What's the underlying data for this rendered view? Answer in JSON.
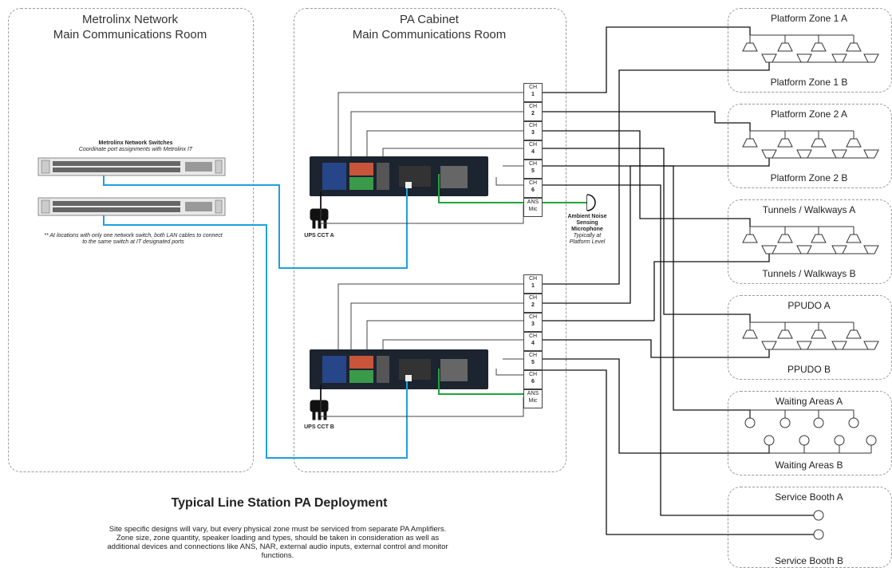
{
  "regions": {
    "network_room": {
      "line1": "Metrolinx Network",
      "line2": "Main Communications Room"
    },
    "pa_cabinet": {
      "line1": "PA Cabinet",
      "line2": "Main Communications Room"
    }
  },
  "switches": {
    "title": "Metrolinx Network Switches",
    "subtitle": "Coordinate port assignments with Metrolinx IT",
    "note": "** At locations with only one network switch, both LAN cables to connect to the same switch at IT designated ports"
  },
  "amps": [
    {
      "power_label": "UPS CCT A"
    },
    {
      "power_label": "UPS CCT B"
    }
  ],
  "channels": {
    "labels": [
      "CH",
      "CH",
      "CH",
      "CH",
      "CH",
      "CH"
    ],
    "numbers": [
      "1",
      "2",
      "3",
      "4",
      "5",
      "6"
    ],
    "ans_label": "ANS",
    "mic_label": "Mic"
  },
  "microphone": {
    "l1": "Ambient Noise",
    "l2": "Sensing",
    "l3": "Microphone",
    "l4": "Typically at",
    "l5": "Platform Level"
  },
  "zones": [
    {
      "a": "Platform Zone 1 A",
      "b": "Platform Zone 1 B"
    },
    {
      "a": "Platform Zone 2 A",
      "b": "Platform Zone 2 B"
    },
    {
      "a": "Tunnels / Walkways A",
      "b": "Tunnels / Walkways B"
    },
    {
      "a": "PPUDO A",
      "b": "PPUDO B"
    },
    {
      "a": "Waiting Areas A",
      "b": "Waiting Areas B"
    },
    {
      "a": "Service Booth A",
      "b": "Service Booth B"
    }
  ],
  "main_title": "Typical Line Station PA Deployment",
  "description": "Site specific designs will vary, but every physical zone must be serviced from separate PA Amplifiers.  Zone size, zone quantity, speaker loading and types, should be taken in consideration as well as additional devices and connections like ANS, NAR, external audio inputs, external control and monitor functions.",
  "colors": {
    "lan": "#1ea0dc",
    "ans": "#22a33a",
    "wire": "#444444",
    "amp": "#1c2430"
  }
}
